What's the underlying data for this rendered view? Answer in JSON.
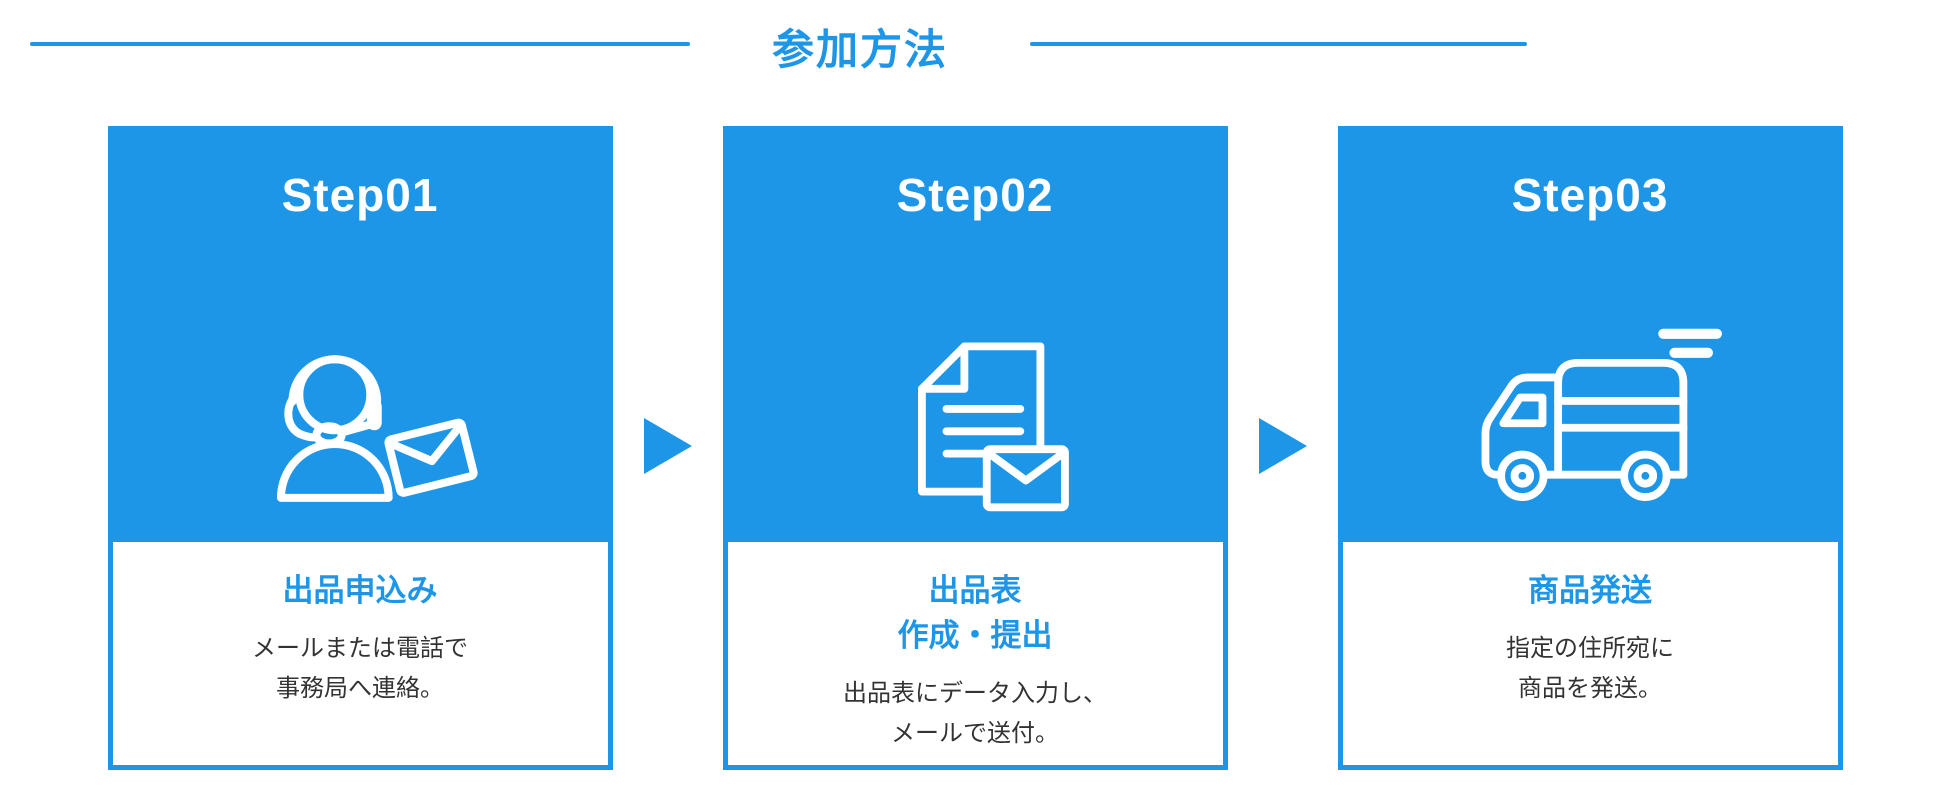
{
  "theme": {
    "accent": "#1e96e8",
    "body_text": "#333333",
    "step_text": "#ffffff"
  },
  "header": {
    "title": "参加方法"
  },
  "arrow_icon": "arrow-right-icon",
  "steps": [
    {
      "label": "Step01",
      "icon": "headset-operator-mail-icon",
      "heading_lines": [
        "出品申込み"
      ],
      "description_lines": [
        "メールまたは電話で",
        "事務局へ連絡。"
      ]
    },
    {
      "label": "Step02",
      "icon": "document-mail-icon",
      "heading_lines": [
        "出品表",
        "作成・提出"
      ],
      "description_lines": [
        "出品表にデータ入力し、",
        "メールで送付。"
      ]
    },
    {
      "label": "Step03",
      "icon": "delivery-truck-icon",
      "heading_lines": [
        "商品発送"
      ],
      "description_lines": [
        "指定の住所宛に",
        "商品を発送。"
      ]
    }
  ]
}
